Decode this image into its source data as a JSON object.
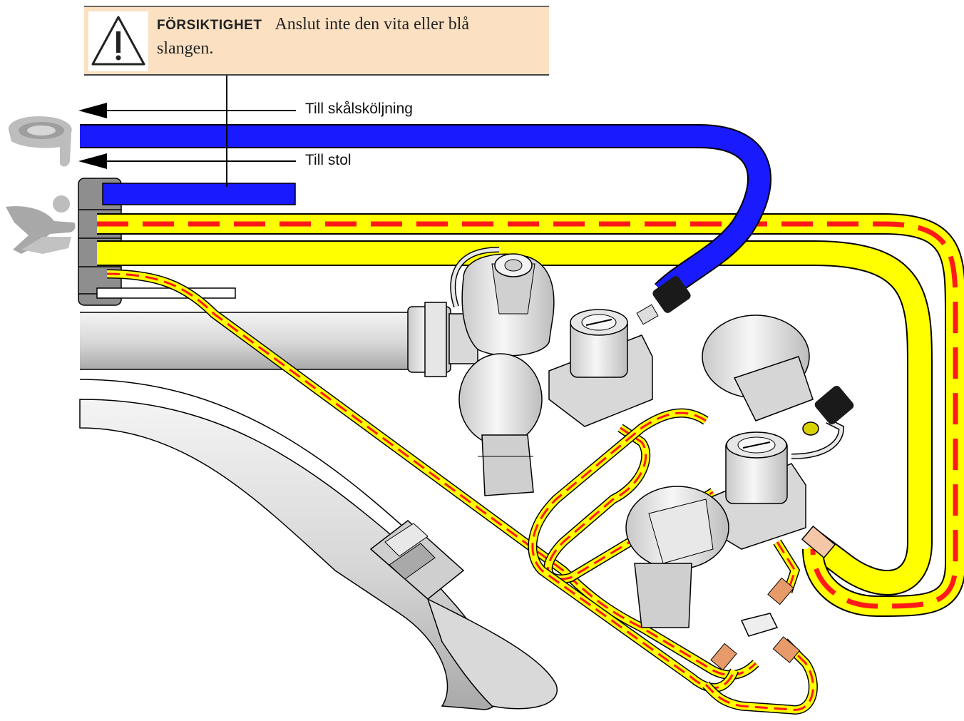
{
  "caution": {
    "keyword": "FÖRSIKTIGHET",
    "message": "Anslut inte den vita eller blå slangen.",
    "icon": "warning-triangle-icon",
    "background": "#fbe1c2"
  },
  "labels": {
    "to_bowl_rinse": "Till skålsköljning",
    "to_chair": "Till stol"
  },
  "icons": {
    "bowl": "cuspidor-bowl-icon",
    "chair": "dental-chair-icon"
  },
  "colors": {
    "water_hose": "#1a1aff",
    "air_hose": "#ffff00",
    "stripe": "#ff1a1a",
    "drain_pipe": "#d8d8d8",
    "outline": "#000000"
  }
}
